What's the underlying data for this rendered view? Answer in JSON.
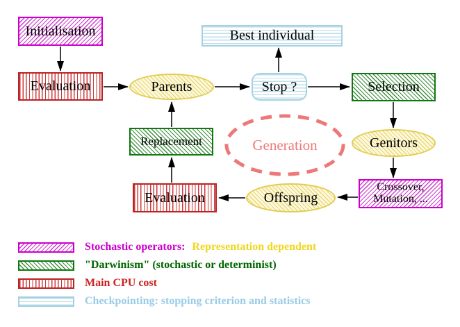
{
  "nodes": {
    "initialisation": {
      "label": "Initialisation"
    },
    "evaluation_top": {
      "label": "Evaluation"
    },
    "parents": {
      "label": "Parents"
    },
    "best_individual": {
      "label": "Best individual"
    },
    "stop": {
      "label": "Stop ?"
    },
    "selection": {
      "label": "Selection"
    },
    "replacement": {
      "label": "Replacement"
    },
    "generation": {
      "label": "Generation"
    },
    "genitors": {
      "label": "Genitors"
    },
    "crossover_mutation": {
      "line1": "Crossover,",
      "line2": "Mutation, ..."
    },
    "offspring": {
      "label": "Offspring"
    },
    "evaluation_bottom": {
      "label": "Evaluation"
    }
  },
  "legend": {
    "stochastic": {
      "label": "Stochastic operators:",
      "label2": "Representation dependent"
    },
    "darwinism": {
      "label": "\"Darwinism\" (stochastic or determinist)"
    },
    "cpu": {
      "label": "Main CPU cost"
    },
    "checkpointing": {
      "label": "Checkpointing: stopping criterion and statistics"
    }
  },
  "colors": {
    "stochastic_magenta": "#cc00cc",
    "darwinism_green": "#117711",
    "cpu_red": "#bb2222",
    "checkpoint_cyan": "#9fd0e0",
    "population_yellow": "#e2cc52",
    "representation_gold": "#eed820",
    "generation_salmon": "#ee7878",
    "arrow_black": "#000000"
  }
}
